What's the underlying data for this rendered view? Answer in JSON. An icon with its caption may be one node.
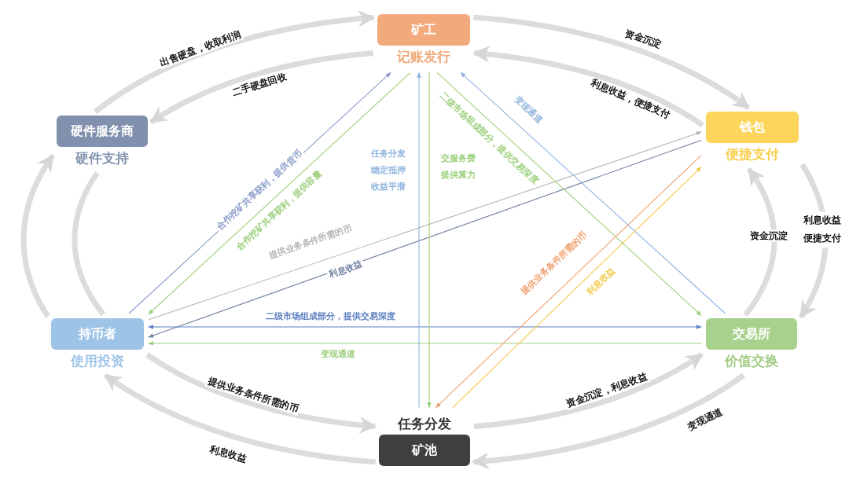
{
  "diagram": {
    "nodes": [
      {
        "text": [
          "矿工"
        ],
        "beside": [
          "记账发行"
        ]
      },
      {
        "text": [
          "硬件服务商"
        ],
        "beside": [
          "硬件支持"
        ]
      },
      {
        "text": [
          "钱包"
        ],
        "beside": [
          "便捷支付"
        ]
      },
      {
        "text": [
          "持币者"
        ],
        "beside": [
          "使用投资"
        ]
      },
      {
        "text": [
          "交易所"
        ],
        "beside": [
          "价值交换"
        ]
      },
      {
        "text": [
          "矿池"
        ],
        "beside": [
          "任务分发"
        ]
      }
    ],
    "edges": [
      {
        "from": 1,
        "to": 0,
        "arrow": "to",
        "label": "出售硬盘，收取利润",
        "style": "thick"
      },
      {
        "from": 0,
        "to": 1,
        "arrow": "to",
        "label": "二手硬盘回收",
        "style": "thick"
      },
      {
        "from": 0,
        "to": 2,
        "arrow": "to",
        "label": "资金沉淀",
        "style": "thick"
      },
      {
        "from": 2,
        "to": 0,
        "arrow": "to",
        "label": "利息收益，便捷支付",
        "style": "thick"
      },
      {
        "from": 2,
        "to": 4,
        "arrow": "to",
        "label": "利息收益便捷支付",
        "style": "thick"
      },
      {
        "from": 4,
        "to": 2,
        "arrow": "to",
        "label": "资金沉淀",
        "style": "thick"
      },
      {
        "from": 4,
        "to": 5,
        "arrow": "to",
        "label": "变现通道",
        "style": "thick"
      },
      {
        "from": 5,
        "to": 4,
        "arrow": "to",
        "label": "资金沉淀，利息收益",
        "style": "thick"
      },
      {
        "from": 5,
        "to": 3,
        "arrow": "to",
        "label": "利息收益",
        "style": "thick"
      },
      {
        "from": 3,
        "to": 5,
        "arrow": "to",
        "label": "提供业务条件所需的币",
        "style": "thick"
      },
      {
        "from": 3,
        "to": 1,
        "arrow": "to",
        "style": "thick"
      },
      {
        "from": 1,
        "to": 3,
        "arrow": "none",
        "style": "thick"
      },
      {
        "from": 3,
        "to": 0,
        "arrow": "to",
        "label": "合作挖矿共享获利，提供货币",
        "color": "#8a9cc9"
      },
      {
        "from": 0,
        "to": 3,
        "arrow": "to",
        "label": "合作挖矿共享获利，提供容量",
        "color": "#9bcf7a"
      },
      {
        "from": 3,
        "to": 2,
        "arrow": "to",
        "label": "提供业务条件所需的币",
        "color": "#b4b4b4"
      },
      {
        "from": 2,
        "to": 3,
        "arrow": "to",
        "label": "利息收益",
        "color": "#6f7f9f"
      },
      {
        "from": 3,
        "to": 4,
        "arrow": "both",
        "label": "二级市场组成部分，提供交易深度",
        "color": "#5b7fc0"
      },
      {
        "from": 4,
        "to": 3,
        "arrow": "to",
        "label": "变现通道",
        "color": "#9bcf7a"
      },
      {
        "from": 5,
        "to": 0,
        "arrow": "to",
        "label": "任务分发稳定抵押收益平滑",
        "color": "#8fb4dd"
      },
      {
        "from": 0,
        "to": 5,
        "arrow": "to",
        "label": "交服务费提供算力",
        "color": "#9bcf7a"
      },
      {
        "from": 0,
        "to": 4,
        "arrow": "to",
        "label": "二级市场组成部分，提供交易深度",
        "color": "#9bcf7a"
      },
      {
        "from": 4,
        "to": 0,
        "arrow": "to",
        "label": "变现通道",
        "color": "#8fb4dd"
      },
      {
        "from": 2,
        "to": 5,
        "arrow": "to",
        "label": "提供业务条件所需的币",
        "color": "#f0a070"
      },
      {
        "from": 5,
        "to": 2,
        "arrow": "to",
        "label": "利息收益",
        "color": "#f2c94c"
      }
    ]
  }
}
